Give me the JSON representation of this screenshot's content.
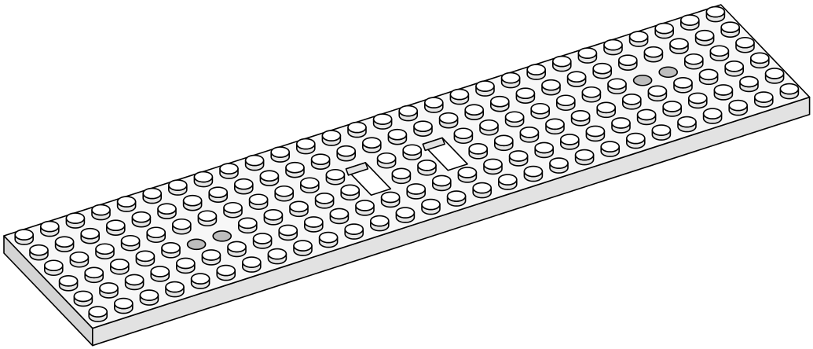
{
  "part": {
    "studs_wide": 6,
    "studs_long": 28,
    "holes": [
      {
        "column": 12,
        "rows": [
          2,
          3
        ]
      },
      {
        "column": 15,
        "rows": [
          2,
          3
        ]
      }
    ],
    "hidden_studs": [
      {
        "column": 5,
        "row": 3
      },
      {
        "column": 6,
        "row": 3
      },
      {
        "column": 23,
        "row": 2
      },
      {
        "column": 24,
        "row": 2
      }
    ]
  },
  "colors": {
    "top": "#f7f7f7",
    "front": "#e2e2e2",
    "side": "#d4d4d4",
    "stud_top": "#ffffff",
    "stud_side": "#e6e6e6",
    "hidden": "#bdbdbd",
    "outline": "#000000"
  }
}
